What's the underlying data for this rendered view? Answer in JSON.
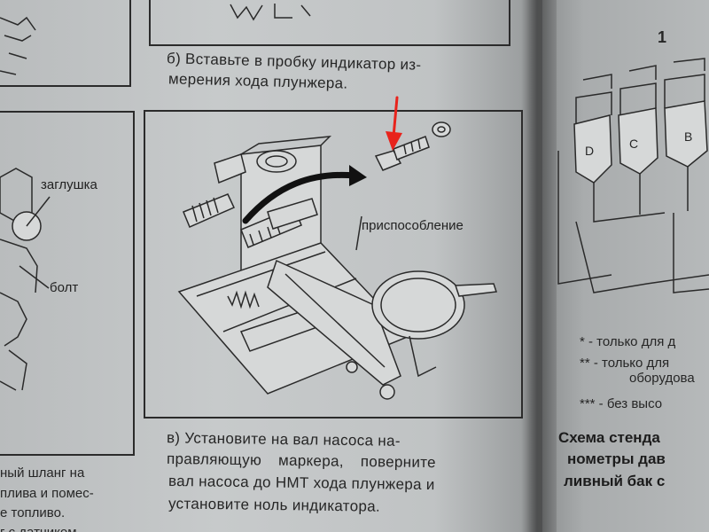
{
  "top_caption": [
    "б) Вставьте в пробку индикатор из-",
    "мерения хода плунжера."
  ],
  "bottom_caption": [
    "в) Установите на вал насоса на-",
    "правляющую маркера, поверните",
    "вал насоса до НМТ хода плунжера и",
    "установите ноль индикатора."
  ],
  "figure_label": "приспособление",
  "left_labels": {
    "plug": "заглушка",
    "bolt": "болт"
  },
  "left_bottom_text": [
    "ный шланг на",
    "плива и помес-",
    "е топливо.",
    "г с датчиком"
  ],
  "right_page": {
    "number": "1",
    "diagram_letters": [
      "D",
      "C",
      "B"
    ],
    "legend": [
      "* - только для д",
      "** - только для",
      "оборудова",
      "*** - без высо"
    ],
    "bold_lines": [
      "Схема стенда",
      "нометры дав",
      "ливный бак с"
    ]
  },
  "colors": {
    "arrow": "#e8231c",
    "page": "#c4c7c8",
    "ink": "#262626"
  }
}
